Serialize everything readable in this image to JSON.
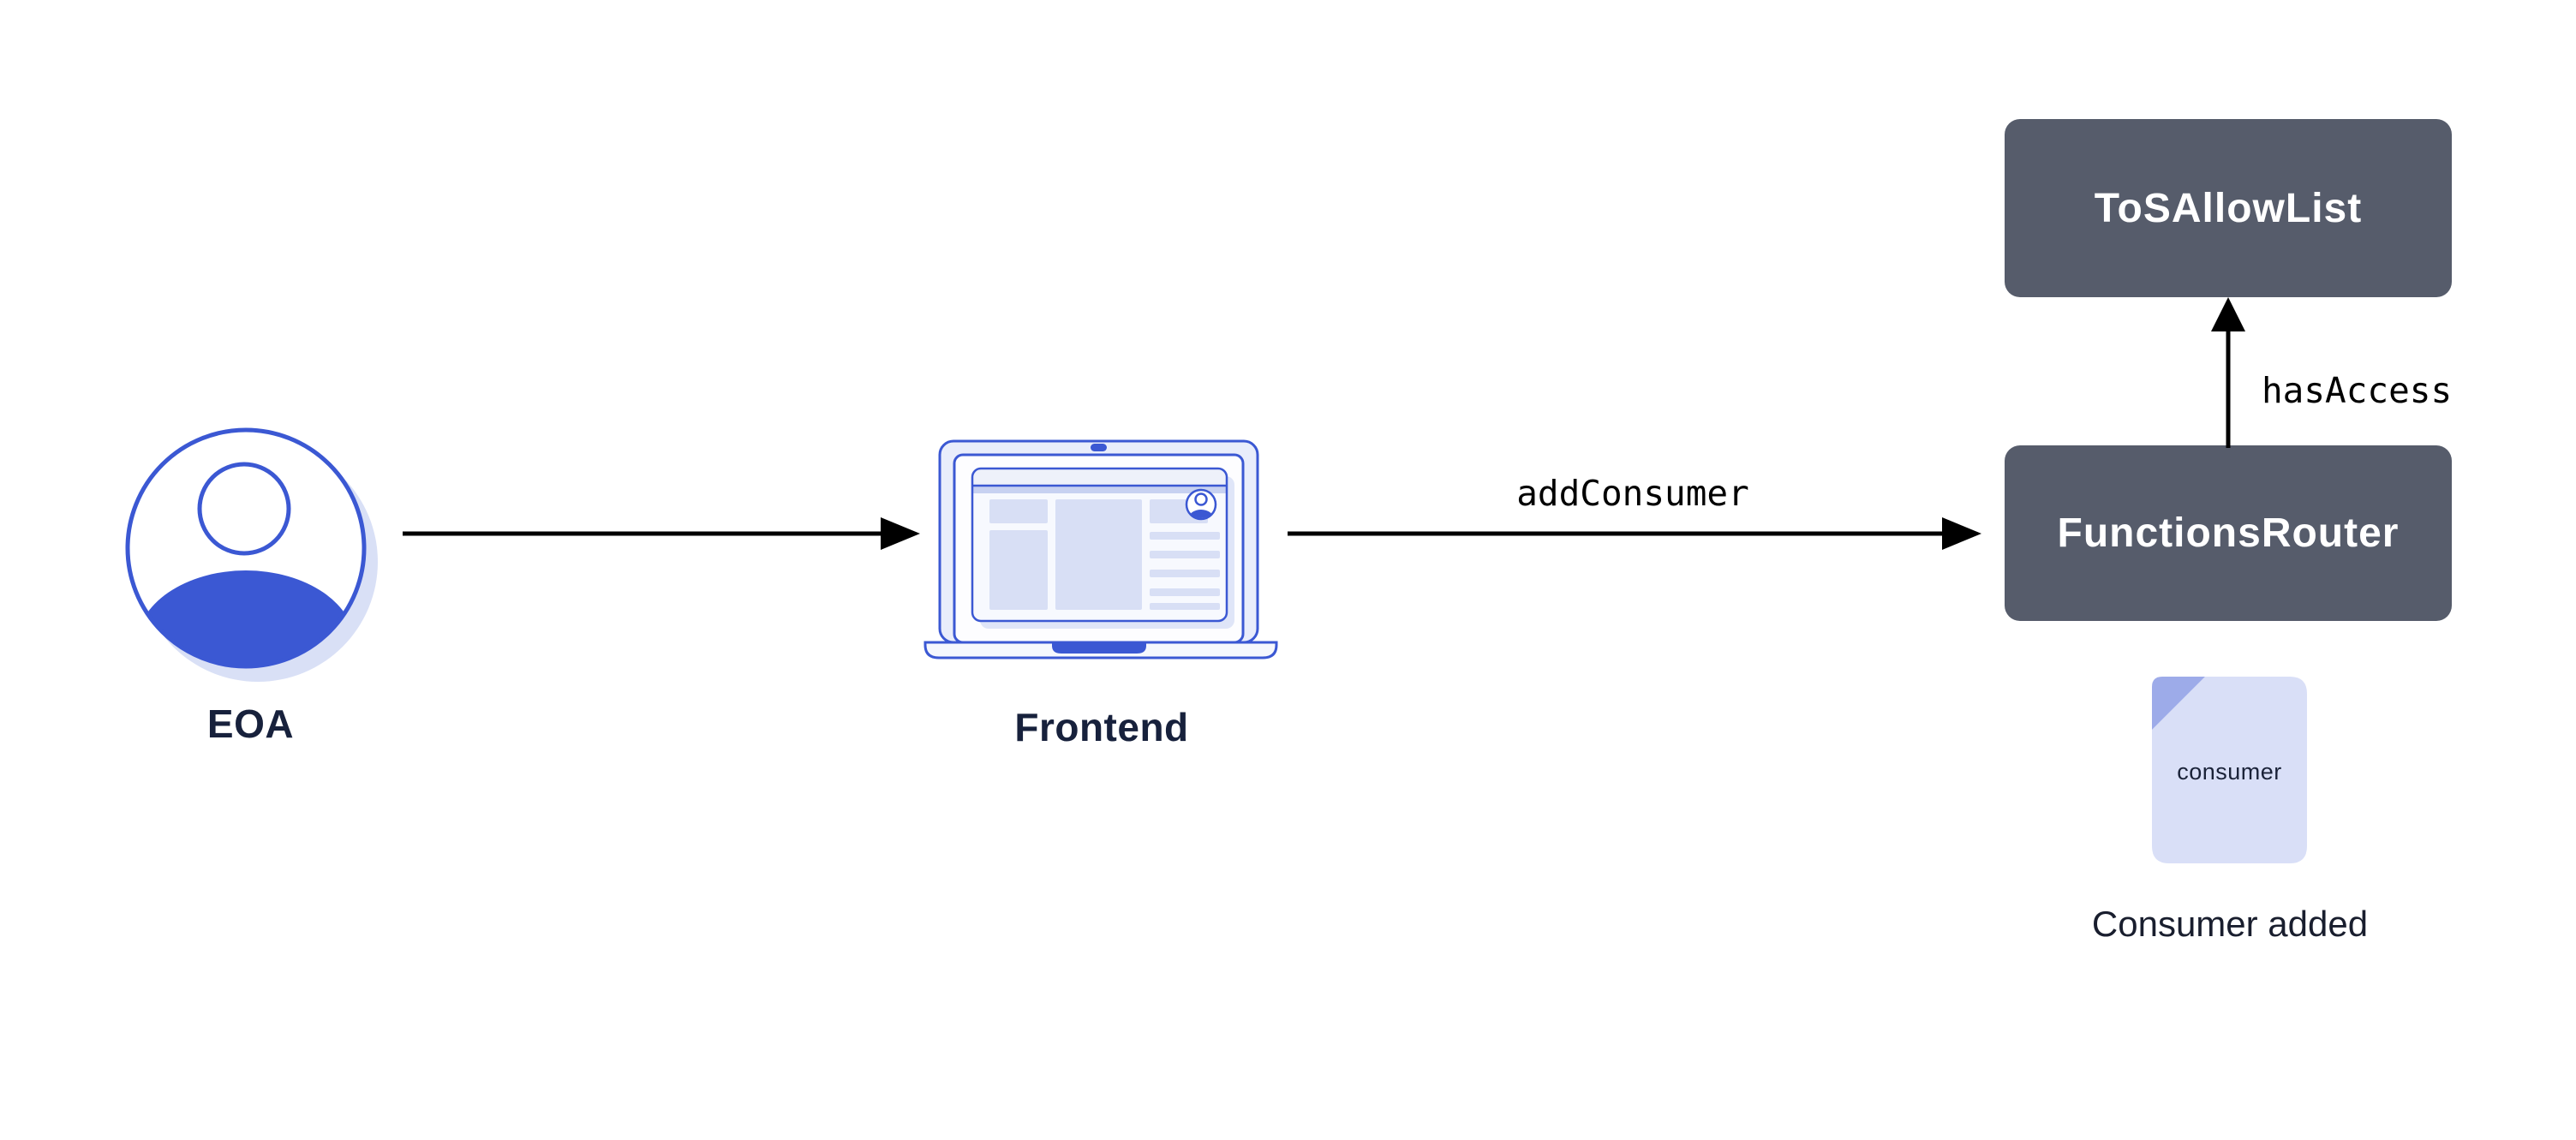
{
  "nodes": {
    "eoa": {
      "label": "EOA",
      "icon": "user-avatar-icon"
    },
    "frontend": {
      "label": "Frontend",
      "icon": "laptop-icon"
    },
    "tos_allow_list": {
      "label": "ToSAllowList"
    },
    "functions_router": {
      "label": "FunctionsRouter"
    },
    "consumer_file": {
      "file_text": "consumer",
      "caption": "Consumer added",
      "icon": "document-icon"
    }
  },
  "edges": {
    "eoa_to_frontend": {
      "direction": "right"
    },
    "frontend_to_functions_router": {
      "label": "addConsumer",
      "direction": "right"
    },
    "functions_router_to_tos_allow_list": {
      "label": "hasAccess",
      "direction": "up"
    }
  },
  "colors": {
    "primary_blue": "#3B58D3",
    "shadow_blue": "#D9E0F6",
    "fold_blue": "#9DABE9",
    "box_slate": "#565C6B",
    "box_text": "#FFFFFF",
    "label_navy": "#17213C",
    "arrow_black": "#000000",
    "background": "#FFFFFF"
  }
}
